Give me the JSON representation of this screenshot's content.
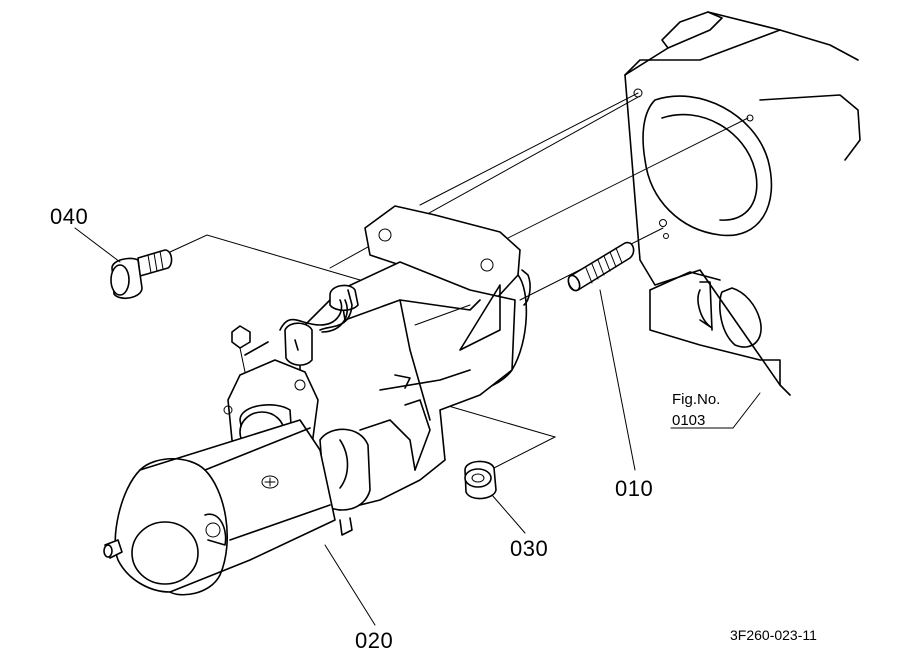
{
  "labels": {
    "part_040": "040",
    "part_020": "020",
    "part_030": "030",
    "part_010": "010",
    "fig_ref_line1": "Fig.No.",
    "fig_ref_line2": "0103",
    "drawing_code": "3F260-023-11"
  }
}
